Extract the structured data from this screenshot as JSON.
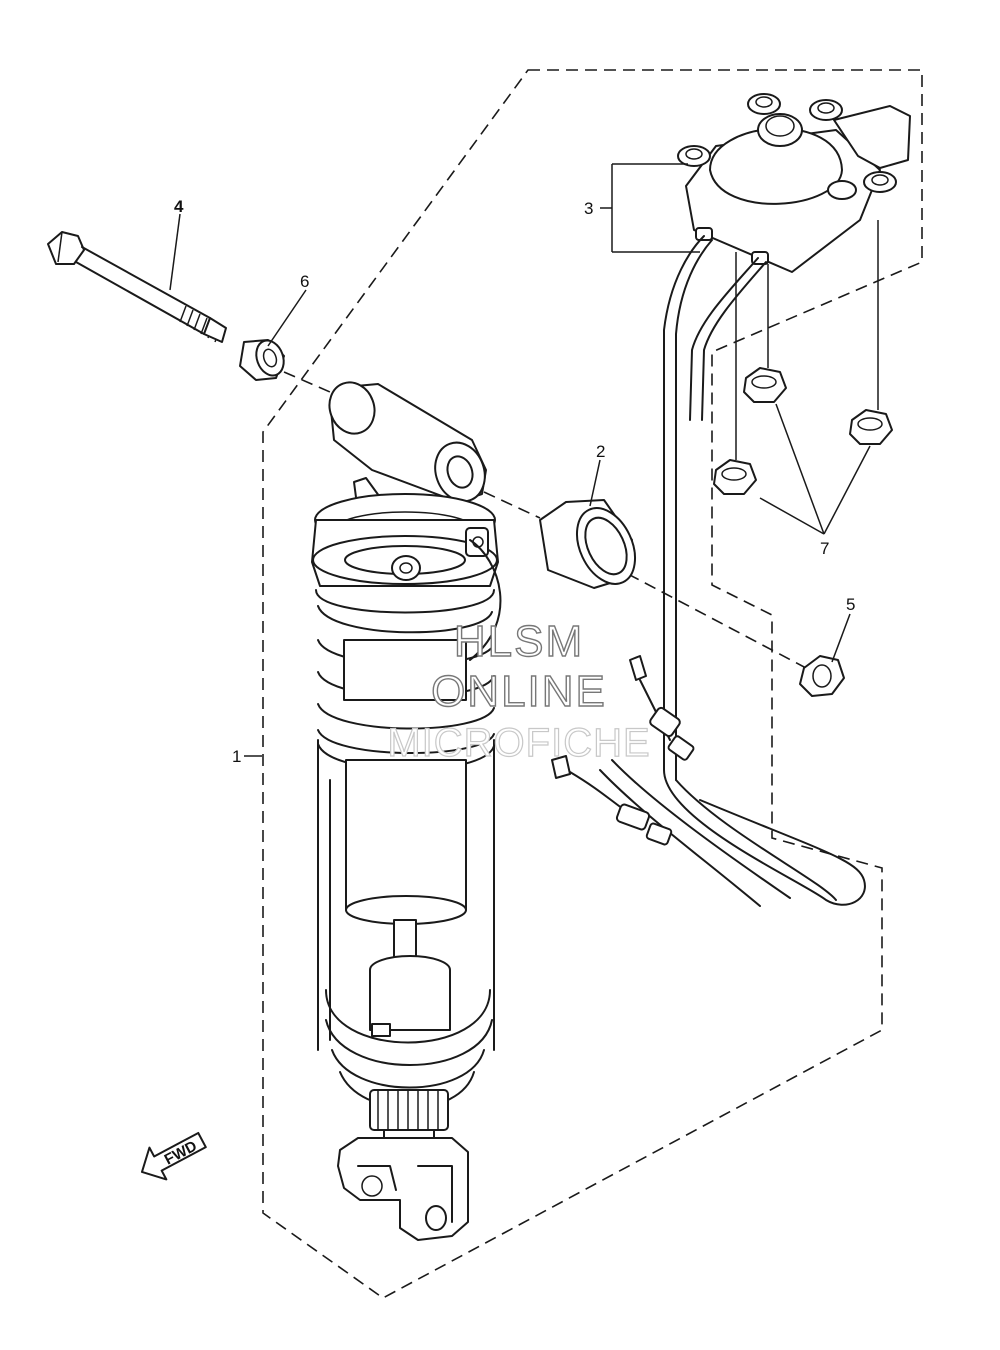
{
  "diagram": {
    "parts": [
      {
        "ref": "1",
        "name": "rear-shock-absorber"
      },
      {
        "ref": "2",
        "name": "collar"
      },
      {
        "ref": "3",
        "name": "damper-adjuster-assembly"
      },
      {
        "ref": "4",
        "name": "bolt"
      },
      {
        "ref": "5",
        "name": "nut"
      },
      {
        "ref": "6",
        "name": "collar-small"
      },
      {
        "ref": "7",
        "name": "nut-flange"
      }
    ],
    "fwd_label": "FWD",
    "watermark": {
      "line1": "HLSM",
      "line2": "ONLINE",
      "line3": "MICROFICHE"
    },
    "colors": {
      "line": "#1a1a1a",
      "background": "#ffffff",
      "watermark": "#777777"
    }
  }
}
